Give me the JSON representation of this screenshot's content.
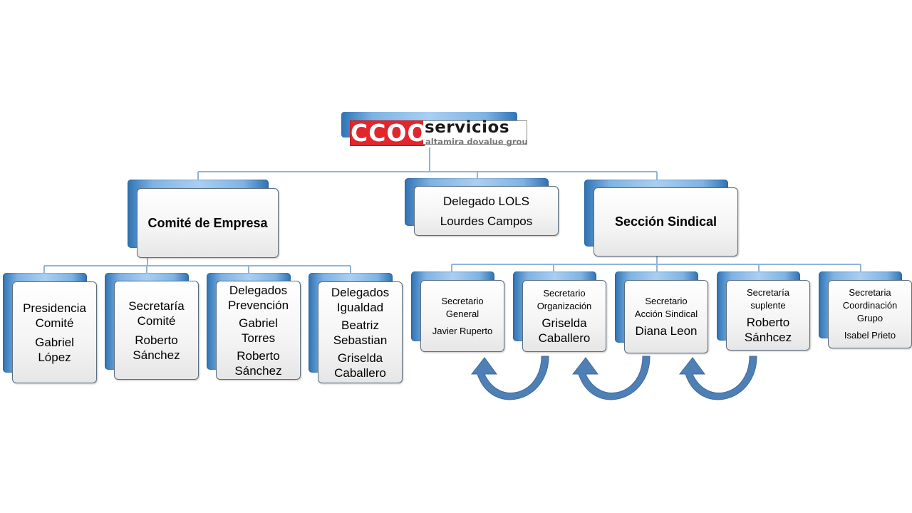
{
  "logo": {
    "brand": "CCOO",
    "word": "servicios",
    "sub": "altamira dovalue group"
  },
  "top": {
    "comite": "Comité de Empresa",
    "lols_title": "Delegado LOLS",
    "lols_name": "Lourdes Campos",
    "seccion": "Sección Sindical"
  },
  "comite_children": [
    {
      "title": "Presidencia\nComité",
      "name": "Gabriel\nLópez"
    },
    {
      "title": "Secretaría\nComité",
      "name": "Roberto\nSánchez"
    },
    {
      "title": "Delegados\nPrevención",
      "name": "Gabriel\nTorres",
      "name2": "Roberto\nSánchez"
    },
    {
      "title": "Delegados\nIgualdad",
      "name": "Beatriz\nSebastian",
      "name2": "Griselda\nCaballero"
    }
  ],
  "seccion_children": [
    {
      "title": "Secretario\nGeneral",
      "name": "Javier Ruperto"
    },
    {
      "title": "Secretario\nOrganización",
      "name": "Griselda\nCaballero"
    },
    {
      "title": "Secretario\nAcción Sindical",
      "name": "Diana Leon"
    },
    {
      "title": "Secretaría\nsuplente",
      "name": "Roberto\nSánhcez"
    },
    {
      "title": "Secretaria\nCoordinación\nGrupo",
      "name": "Isabel Prieto"
    }
  ],
  "colors": {
    "accent_blue": "#4a86c8",
    "line_blue": "#7fa9d4",
    "arrow_blue": "#4e7fb5",
    "logo_red": "#e3262c"
  }
}
